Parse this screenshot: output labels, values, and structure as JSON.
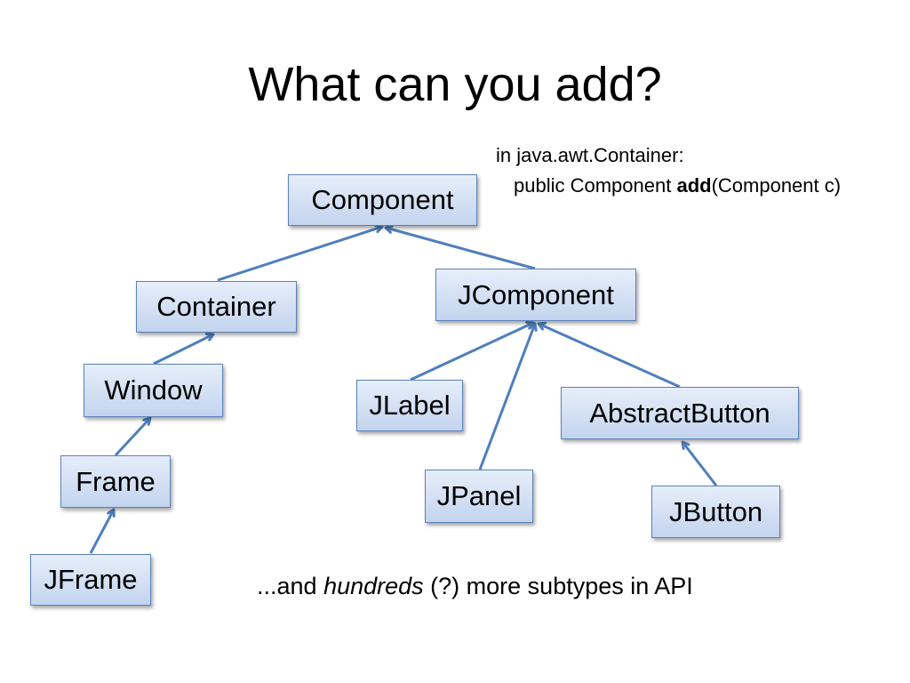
{
  "slide": {
    "title": "What can you add?"
  },
  "signature": {
    "line1": "in java.awt.Container:",
    "line2_before": "public Component ",
    "line2_bold": "add",
    "line2_after": "(Component c)"
  },
  "nodes": {
    "component": "Component",
    "container": "Container",
    "window": "Window",
    "frame": "Frame",
    "jframe": "JFrame",
    "jcomponent": "JComponent",
    "jlabel": "JLabel",
    "jpanel": "JPanel",
    "abstractbutton": "AbstractButton",
    "jbutton": "JButton"
  },
  "footnote": {
    "before": "...and ",
    "italic": "hundreds",
    "after": " (?) more subtypes in API"
  },
  "colors": {
    "arrow": "#4f7fbd",
    "box_border": "#5b82b9"
  }
}
